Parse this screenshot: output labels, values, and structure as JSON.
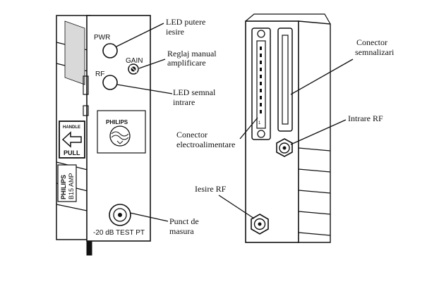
{
  "module_labels": {
    "pwr": "PWR",
    "gain": "GAIN",
    "rf": "RF",
    "brand": "PHILIPS",
    "handle_top": "HANDLE",
    "handle_bottom": "PULL",
    "side_brand": "PHILIPS",
    "side_model": "B15 AMP",
    "test_point": "-20 dB TEST PT",
    "connector_pin": "1"
  },
  "callouts": {
    "led_power": [
      "LED putere",
      "iesire"
    ],
    "gain_adjust": [
      "Reglaj manual",
      "amplificare"
    ],
    "led_input": [
      "LED semnal",
      "intrare"
    ],
    "test_point": [
      "Punct de",
      "masura"
    ],
    "signal_connector": [
      "Conector",
      "semnalizari"
    ],
    "rf_input": [
      "Intrare RF"
    ],
    "power_connector": [
      "Conector",
      "electroalimentare"
    ],
    "rf_output": [
      "Iesire RF"
    ]
  },
  "colors": {
    "ink": "#111111",
    "panel_fill": "#ffffff",
    "dark_fill": "#1a1a1a"
  },
  "icons": [
    "led-indicator",
    "potentiometer",
    "philips-shield-logo",
    "arrow-left",
    "coaxial-connector",
    "multi-pin-connector",
    "screw"
  ]
}
